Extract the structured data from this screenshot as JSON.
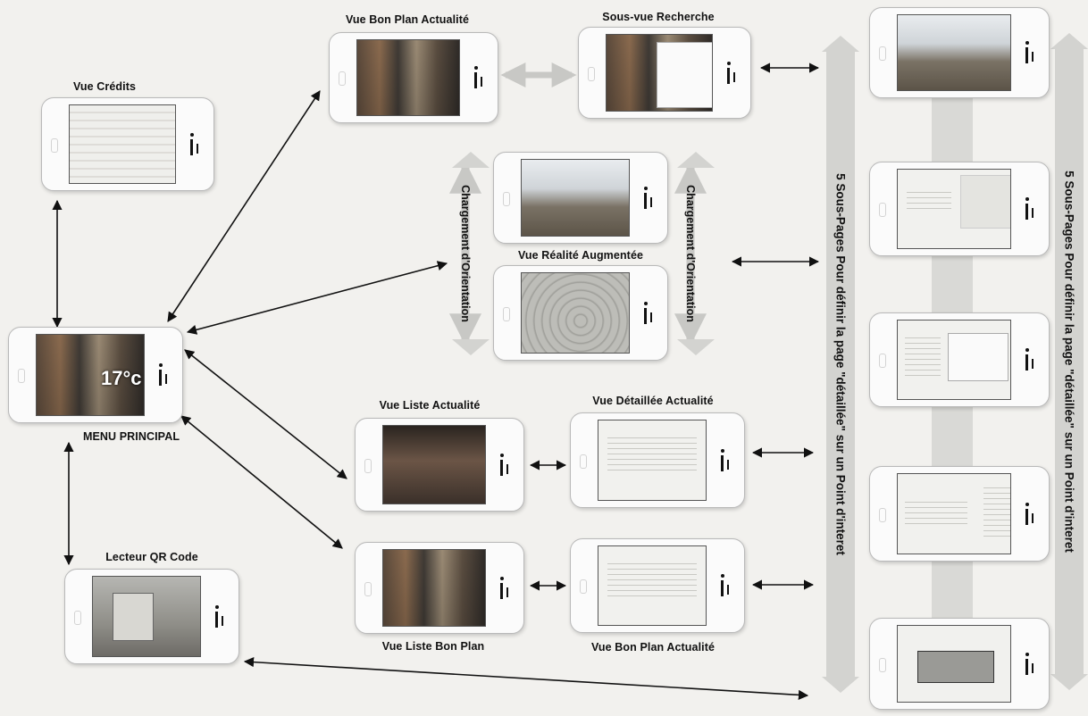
{
  "labels": {
    "vue_credits": "Vue Crédits",
    "menu_principal": "MENU PRINCIPAL",
    "lecteur_qr": "Lecteur QR Code",
    "vue_bon_plan_actualite_top": "Vue Bon Plan Actualité",
    "sous_vue_recherche": "Sous-vue Recherche",
    "vue_realite_augmentee": "Vue Réalité Augmentée",
    "vue_liste_actualite": "Vue Liste Actualité",
    "vue_detaillee_actualite": "Vue Détaillée Actualité",
    "vue_liste_bon_plan": "Vue Liste Bon Plan",
    "vue_bon_plan_actualite_bottom": "Vue Bon Plan Actualité"
  },
  "orientation_labels": {
    "left": "Chargement d'Orientation",
    "right": "Chargement d'Orientation"
  },
  "banners": {
    "left": "5 Sous-Pages Pour définir la page \"détaillée\" sur un Point d'interet",
    "right": "5 Sous-Pages Pour définir la page \"détaillée\" sur un Point d'interet"
  },
  "menu_screen": {
    "temperature": "17°c"
  },
  "colors": {
    "arrow": "#111111",
    "banner": "#d3d3d0",
    "phone_body": "#fbfbfb"
  }
}
